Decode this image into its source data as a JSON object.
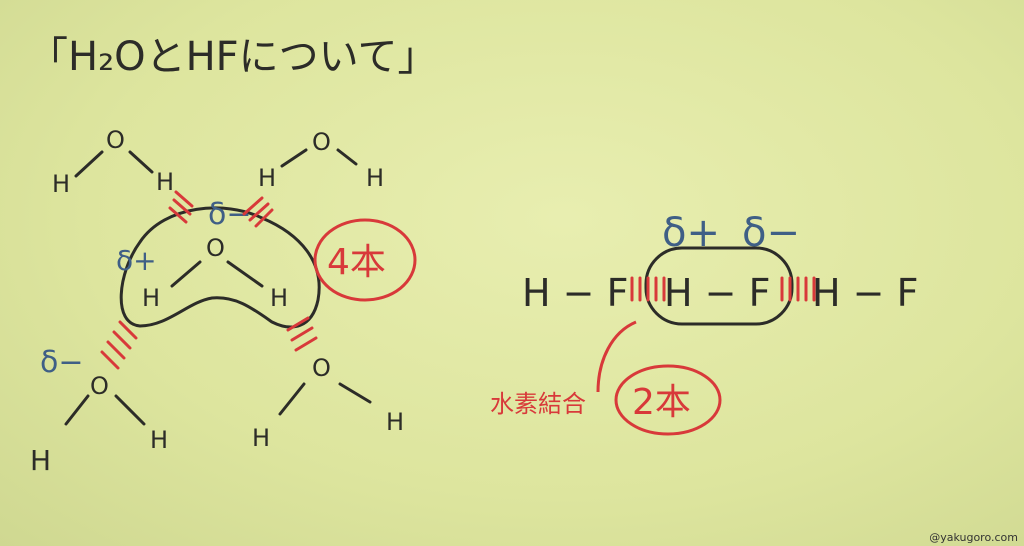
{
  "title": "「H₂OとHFについて」",
  "water": {
    "atoms": {
      "top_left": {
        "h1": "H",
        "o": "O",
        "h2": "H"
      },
      "top_right": {
        "h1": "H",
        "o": "O",
        "h2": "H"
      },
      "center": {
        "o": "O",
        "h1": "H",
        "h2": "H"
      },
      "bottom_left": {
        "o": "O",
        "h1": "H",
        "h2": "H"
      },
      "bottom_right": {
        "o": "O",
        "h1": "H",
        "h2": "H"
      }
    },
    "delta_minus": "δ−",
    "delta_plus": "δ+",
    "delta_bottom": "δ−",
    "count_label": "4本"
  },
  "hf": {
    "chain": [
      "H − F",
      "H − F",
      "H − F"
    ],
    "delta_plus": "δ+",
    "delta_minus": "δ−",
    "hbond_label": "水素結合",
    "count_label": "2本"
  },
  "credit": "@yakugoro.com",
  "colors": {
    "black_ink": "#2c2c28",
    "blue_ink": "#3f5f86",
    "red_ink": "#d8393a",
    "paper": "#dfe6a0"
  }
}
